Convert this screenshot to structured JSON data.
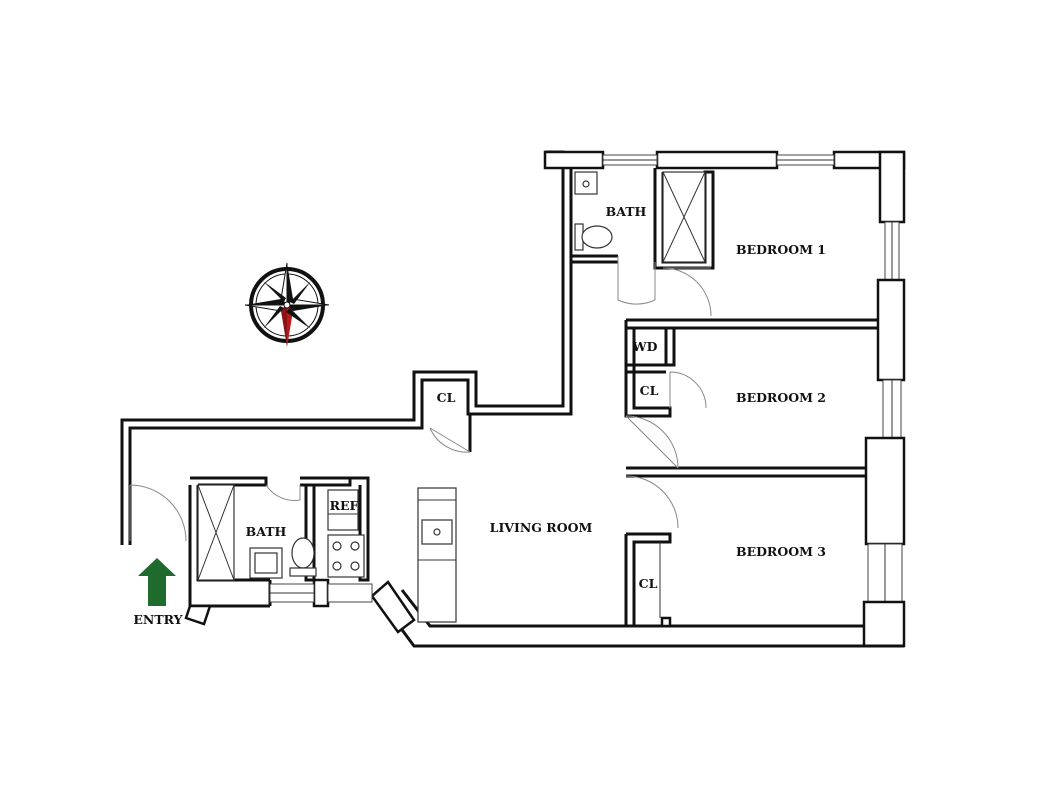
{
  "floorplan": {
    "rooms": {
      "bath_top": "BATH",
      "bedroom1": "BEDROOM 1",
      "wd": "WD",
      "cl_bed2": "CL",
      "bedroom2": "BEDROOM 2",
      "cl_hall": "CL",
      "living_room": "LIVING ROOM",
      "bedroom3": "BEDROOM 3",
      "cl_bed3": "CL",
      "bath_left": "BATH",
      "ref": "REF"
    },
    "entry_label": "ENTRY"
  },
  "colors": {
    "wall": "#111111",
    "entry_arrow": "#1f6b2d",
    "compass_south": "#b81c1c",
    "background": "#ffffff"
  },
  "icons": {
    "compass": "compass-rose-icon",
    "entry": "up-arrow-icon"
  }
}
